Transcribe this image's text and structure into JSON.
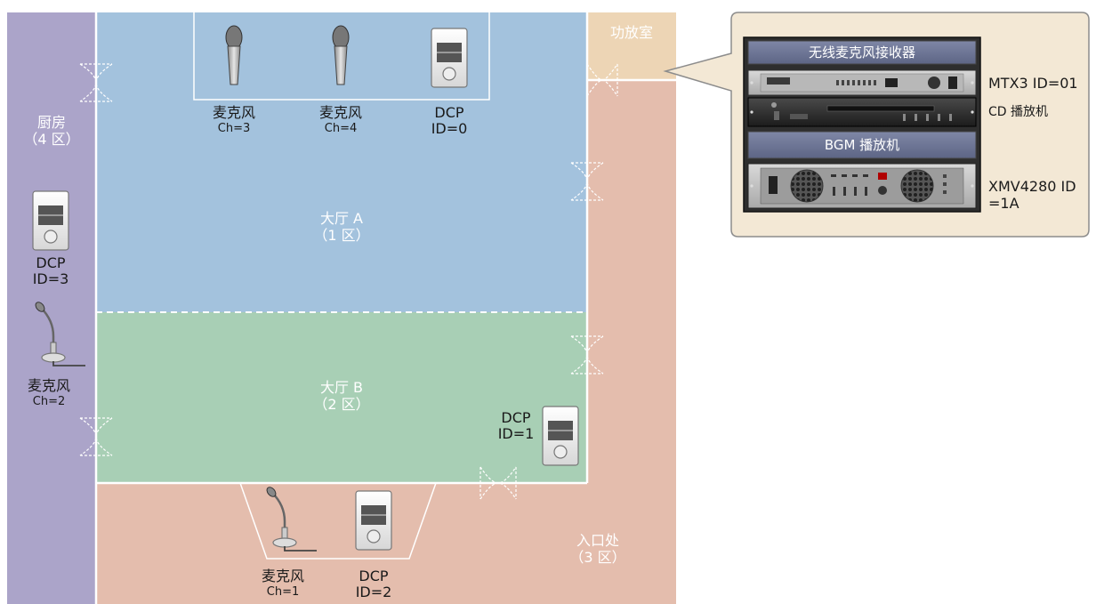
{
  "zones": {
    "kitchen": {
      "name": "厨房",
      "sub": "（4 区）"
    },
    "hall_a": {
      "name": "大厅 A",
      "sub": "（1 区）"
    },
    "hall_b": {
      "name": "大厅 B",
      "sub": "（2 区）"
    },
    "entrance": {
      "name": "入口处",
      "sub": "（3 区）"
    },
    "amp_room": {
      "name": "功放室"
    }
  },
  "devices": {
    "mic3": {
      "name": "麦克风",
      "id": "Ch=3"
    },
    "mic4": {
      "name": "麦克风",
      "id": "Ch=4"
    },
    "dcp0": {
      "name": "DCP",
      "id": "ID=0"
    },
    "dcp3": {
      "name": "DCP",
      "id": "ID=3"
    },
    "mic2": {
      "name": "麦克风",
      "id": "Ch=2"
    },
    "dcp1": {
      "name": "DCP",
      "id": "ID=1"
    },
    "mic1": {
      "name": "麦克风",
      "id": "Ch=1"
    },
    "dcp2": {
      "name": "DCP",
      "id": "ID=2"
    }
  },
  "rack": {
    "wireless_title": "无线麦克风接收器",
    "bgm_title": "BGM 播放机",
    "mtx_label": "MTX3 ID=01",
    "cd_label": "CD 播放机",
    "xmv_label_1": "XMV4280 ID",
    "xmv_label_2": "=1A"
  },
  "colors": {
    "kitchen": "#aba4c9",
    "hall_a": "#a3c2dd",
    "hall_b": "#a8cfb5",
    "entrance": "#e4bdad",
    "amp_room": "#edd5b5",
    "callout": "#f3e8d5"
  }
}
